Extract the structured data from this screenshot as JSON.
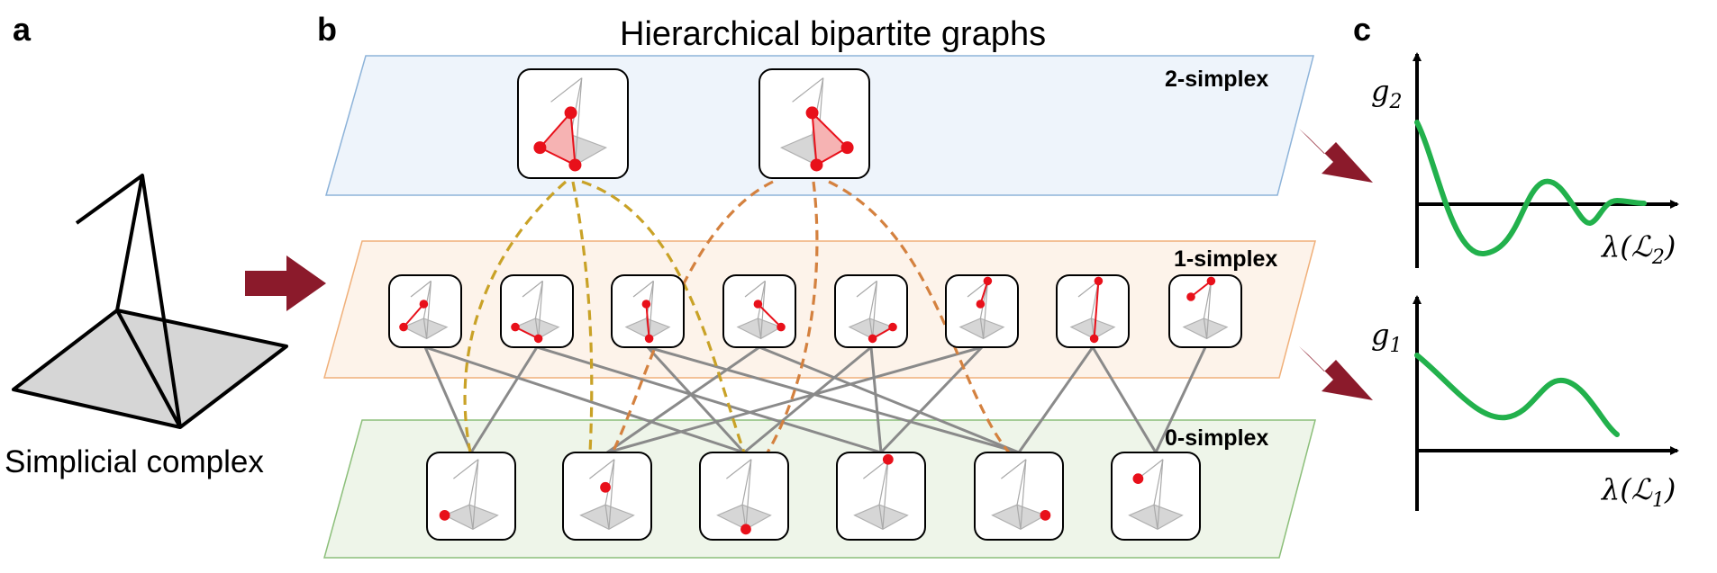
{
  "panel_a": {
    "letter": "a",
    "caption": "Simplicial complex"
  },
  "panel_b": {
    "letter": "b",
    "title": "Hierarchical bipartite graphs",
    "layers": [
      {
        "key": "top",
        "label": "2-simplex",
        "fill": "#eef4fb",
        "stroke": "#8db3d9"
      },
      {
        "key": "mid",
        "label": "1-simplex",
        "fill": "#fdf3ea",
        "stroke": "#f0b07a"
      },
      {
        "key": "bot",
        "label": "0-simplex",
        "fill": "#eef5e9",
        "stroke": "#8cbf7a"
      }
    ]
  },
  "panel_c": {
    "letter": "c",
    "plots": [
      {
        "ylabel": "g",
        "ysub": "2",
        "xlabel_pre": "λ(",
        "xlabel_script": "ℒ",
        "xlabel_sub": "2",
        "xlabel_post": ")"
      },
      {
        "ylabel": "g",
        "ysub": "1",
        "xlabel_pre": "λ(",
        "xlabel_script": "ℒ",
        "xlabel_sub": "1",
        "xlabel_post": ")"
      }
    ],
    "curve_color": "#22b14c"
  },
  "colors": {
    "arrow": "#8b1a2b",
    "node": "#e8101a",
    "edge_gray": "#8a8a8a",
    "dash_gold": "#c9a227",
    "dash_orange": "#d4813f",
    "face_gray": "#d6d6d6",
    "face_red": "#f6b3b3"
  }
}
